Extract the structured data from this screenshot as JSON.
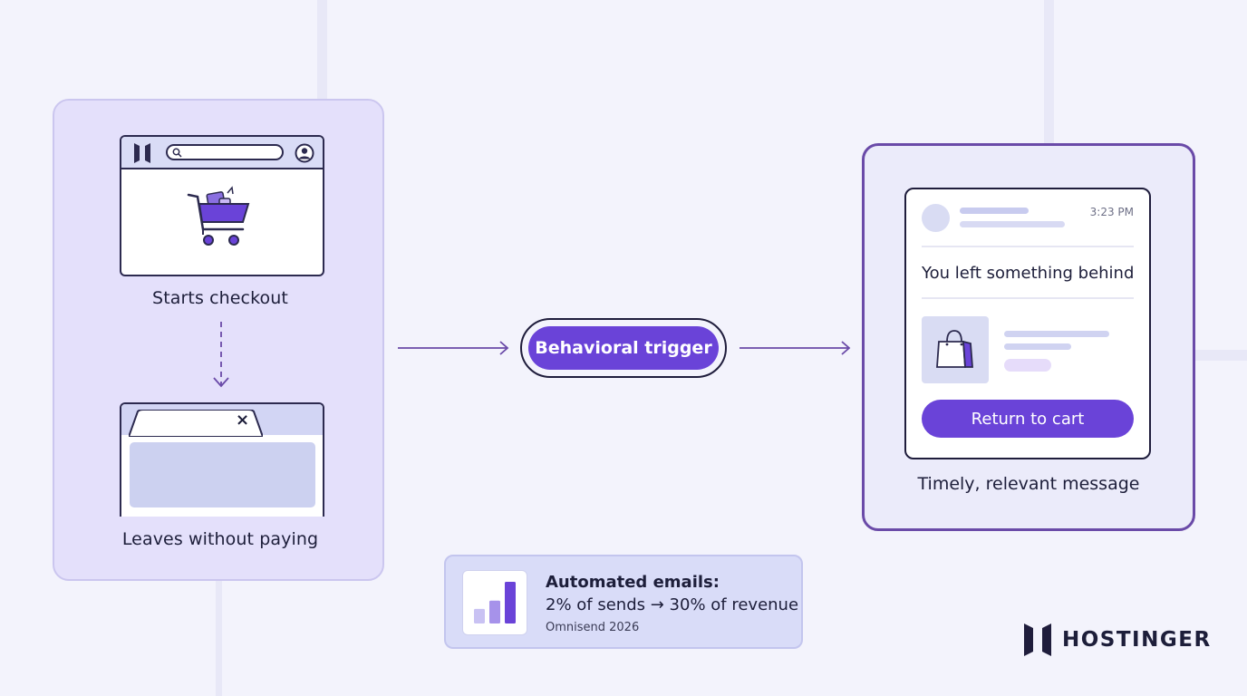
{
  "flow": {
    "step1_label": "Starts checkout",
    "step2_label": "Leaves without paying",
    "close_glyph": "×",
    "trigger_label": "Behavioral trigger",
    "result_label": "Timely, relevant message"
  },
  "email": {
    "time": "3:23 PM",
    "subject": "You left something behind",
    "button_label": "Return to cart"
  },
  "stat": {
    "title": "Automated emails:",
    "value": "2% of sends → 30% of revenue",
    "source": "Omnisend 2026",
    "bars": [
      0.35,
      0.55,
      1.0
    ]
  },
  "brand": {
    "name": "HOSTINGER"
  },
  "colors": {
    "accent": "#6a43d8",
    "dark": "#1f1d3c",
    "panel_left": "#e4e0fb",
    "panel_right_border": "#6a4aa8"
  },
  "icons": [
    "hostinger-logo-icon",
    "search-icon",
    "user-icon",
    "shopping-cart-icon",
    "close-icon",
    "arrow-right-icon",
    "shopping-bag-icon",
    "bar-chart-icon"
  ]
}
